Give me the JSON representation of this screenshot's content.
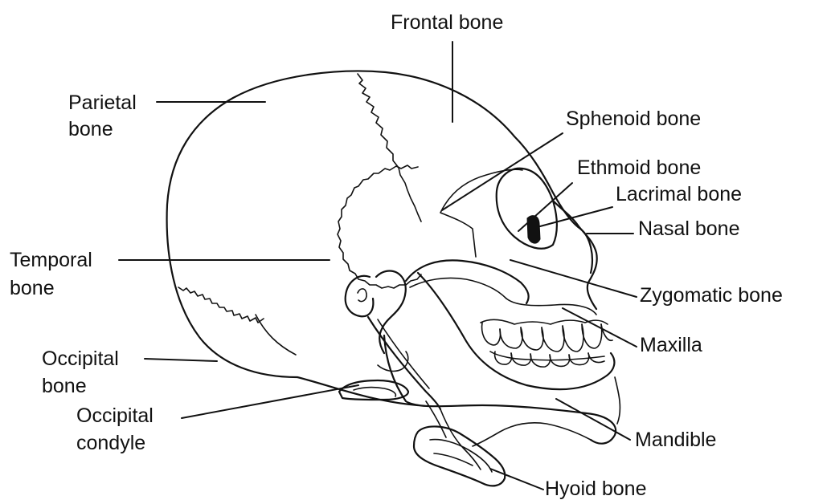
{
  "labels": {
    "frontal": "Frontal bone",
    "parietal_1": "Parietal",
    "parietal_2": "bone",
    "sphenoid": "Sphenoid bone",
    "ethmoid": "Ethmoid bone",
    "lacrimal": "Lacrimal bone",
    "nasal": "Nasal bone",
    "temporal_1": "Temporal",
    "temporal_2": "bone",
    "zygomatic": "Zygomatic bone",
    "maxilla": "Maxilla",
    "occipital_1": "Occipital",
    "occipital_2": "bone",
    "condyle_1": "Occipital",
    "condyle_2": "condyle",
    "mandible": "Mandible",
    "hyoid": "Hyoid bone"
  }
}
